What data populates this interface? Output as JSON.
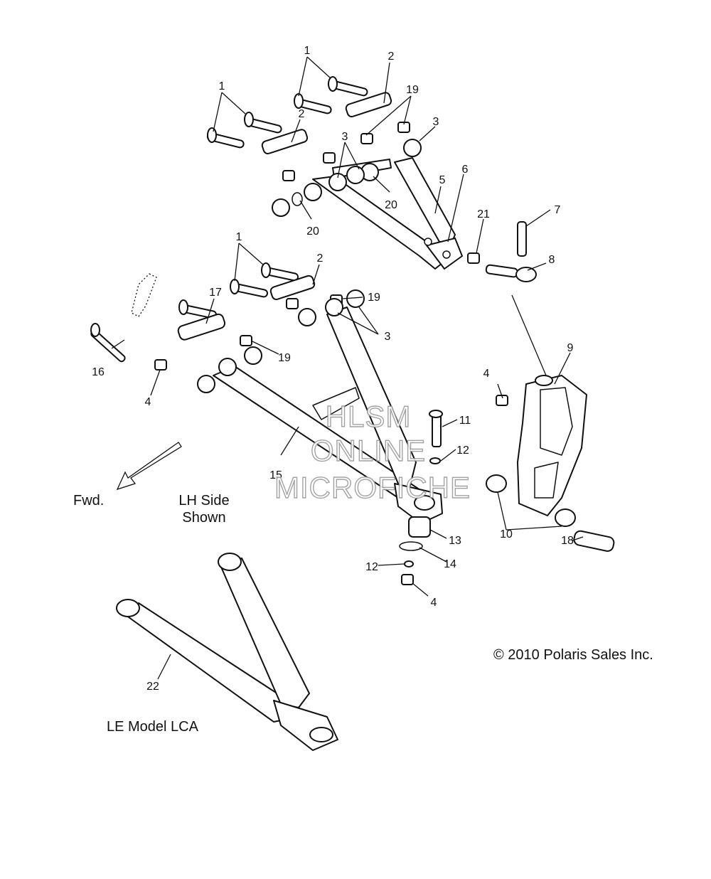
{
  "callouts": {
    "c1a": "1",
    "c1b": "1",
    "c1c": "1",
    "c2a": "2",
    "c2b": "2",
    "c2c": "2",
    "c3a": "3",
    "c3b": "3",
    "c3c": "3",
    "c4a": "4",
    "c4b": "4",
    "c4c": "4",
    "c5": "5",
    "c6": "6",
    "c7": "7",
    "c8": "8",
    "c9": "9",
    "c10": "10",
    "c11": "11",
    "c12a": "12",
    "c12b": "12",
    "c13": "13",
    "c14": "14",
    "c15": "15",
    "c16": "16",
    "c17": "17",
    "c18": "18",
    "c19a": "19",
    "c19b": "19",
    "c19c": "19",
    "c20a": "20",
    "c20b": "20",
    "c21": "21",
    "c22": "22"
  },
  "labels": {
    "fwd": "Fwd.",
    "lh_side_line1": "LH Side",
    "lh_side_line2": "Shown",
    "le_model": "LE Model LCA",
    "copyright": "© 2010 Polaris Sales Inc."
  },
  "watermark": {
    "line1": "HLSM",
    "line2": "ONLINE",
    "line3": "MICROFICHE"
  }
}
